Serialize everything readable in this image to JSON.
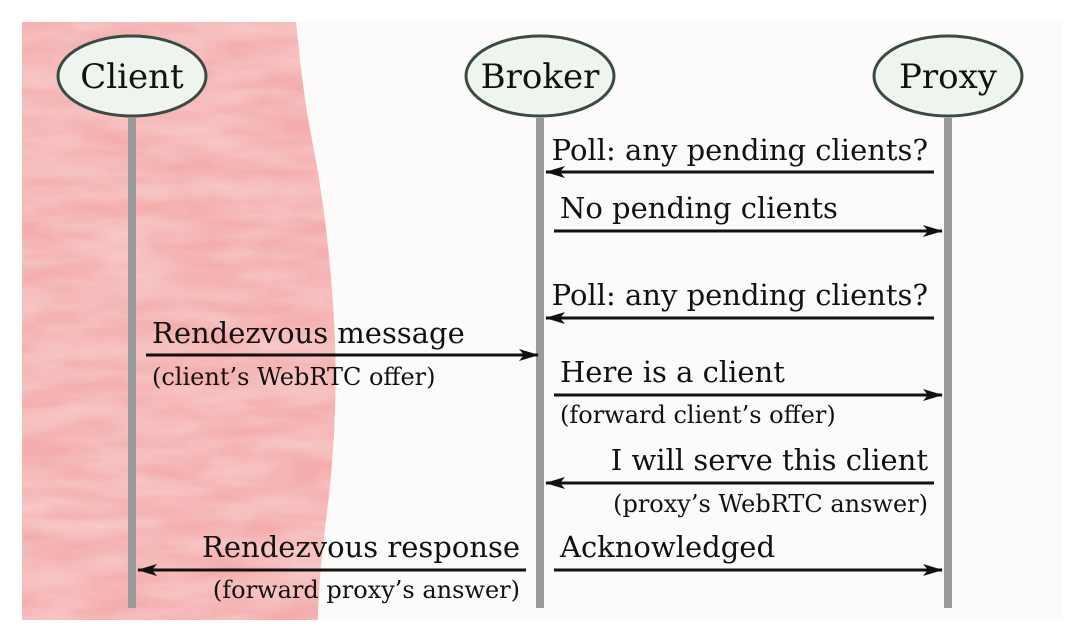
{
  "colors": {
    "page_background": "#ffffff",
    "client_region": "#f4a6a6",
    "actor_fill": "#eef5ee",
    "actor_stroke": "#3b4a44",
    "lifeline": "#9a9a9a",
    "arrow": "#111111"
  },
  "actors": {
    "client": "Client",
    "broker": "Broker",
    "proxy": "Proxy"
  },
  "messages": {
    "poll_1": "Poll: any pending clients?",
    "no_pending": "No pending clients",
    "poll_2": "Poll: any pending clients?",
    "rendezvous_message": "Rendezvous message",
    "rendezvous_message_sub": "(client’s WebRTC offer)",
    "here_is_client": "Here is a client",
    "here_is_client_sub": "(forward client’s offer)",
    "will_serve": "I will serve this client",
    "will_serve_sub": "(proxy’s WebRTC answer)",
    "rendezvous_response": "Rendezvous response",
    "rendezvous_response_sub": "(forward proxy’s answer)",
    "acknowledged": "Acknowledged"
  }
}
